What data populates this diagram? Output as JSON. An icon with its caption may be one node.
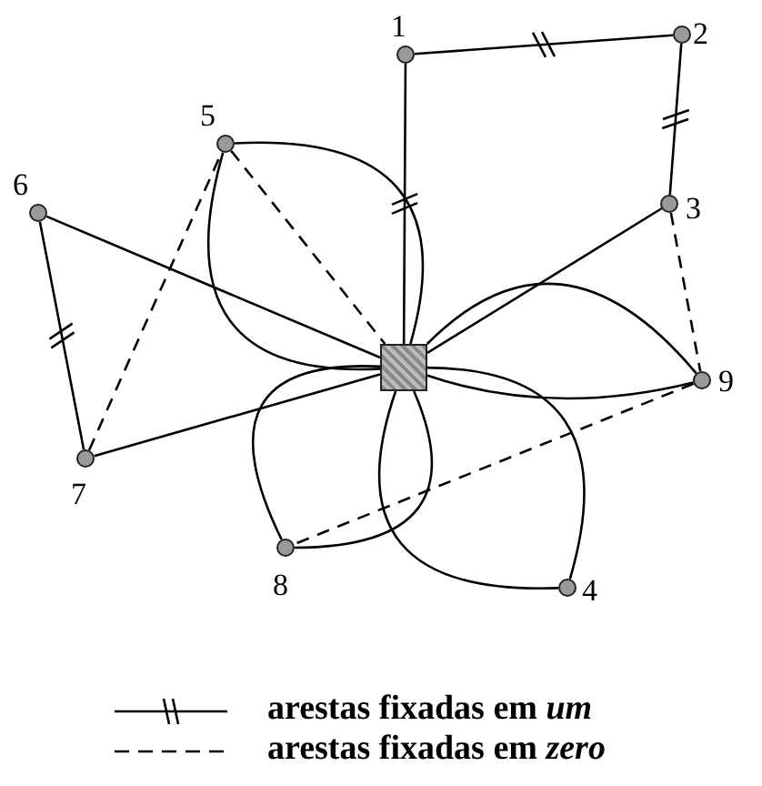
{
  "diagram": {
    "nodes": [
      {
        "text": [],
        "shape": "circle",
        "beside": [
          "1"
        ]
      },
      {
        "text": [],
        "shape": "circle",
        "beside": [
          "2"
        ]
      },
      {
        "text": [],
        "shape": "circle",
        "beside": [
          "3"
        ]
      },
      {
        "text": [],
        "shape": "circle",
        "beside": [
          "4"
        ]
      },
      {
        "text": [],
        "shape": "circle",
        "beside": [
          "5"
        ]
      },
      {
        "text": [],
        "shape": "circle",
        "beside": [
          "6"
        ]
      },
      {
        "text": [],
        "shape": "circle",
        "beside": [
          "7"
        ]
      },
      {
        "text": [],
        "shape": "circle",
        "beside": [
          "8"
        ]
      },
      {
        "text": [],
        "shape": "circle",
        "beside": [
          "9"
        ]
      },
      {
        "text": [],
        "shape": "box"
      }
    ],
    "edges": [
      {
        "from": 9,
        "to": 0,
        "arrow": "none"
      },
      {
        "from": 0,
        "to": 1,
        "arrow": "none"
      },
      {
        "from": 1,
        "to": 2,
        "arrow": "none"
      },
      {
        "from": 9,
        "to": 2,
        "arrow": "none"
      },
      {
        "from": 2,
        "to": 8,
        "arrow": "none",
        "style": "dashed"
      },
      {
        "from": 9,
        "to": 8,
        "arrow": "none"
      },
      {
        "from": 9,
        "to": 8,
        "arrow": "none"
      },
      {
        "from": 8,
        "to": 7,
        "arrow": "none",
        "style": "dashed"
      },
      {
        "from": 9,
        "to": 3,
        "arrow": "none"
      },
      {
        "from": 9,
        "to": 3,
        "arrow": "none"
      },
      {
        "from": 9,
        "to": 7,
        "arrow": "none"
      },
      {
        "from": 9,
        "to": 7,
        "arrow": "none"
      },
      {
        "from": 9,
        "to": 6,
        "arrow": "none"
      },
      {
        "from": 6,
        "to": 5,
        "arrow": "none"
      },
      {
        "from": 5,
        "to": 9,
        "arrow": "none"
      },
      {
        "from": 6,
        "to": 4,
        "arrow": "none",
        "style": "dashed"
      },
      {
        "from": 4,
        "to": 9,
        "arrow": "none",
        "style": "dashed"
      },
      {
        "from": 9,
        "to": 4,
        "arrow": "none"
      },
      {
        "from": 9,
        "to": 4,
        "arrow": "none"
      }
    ],
    "legend": [
      {
        "text": "arestas fixadas em *um*"
      },
      {
        "text": "arestas fixadas em *zero*"
      }
    ]
  }
}
